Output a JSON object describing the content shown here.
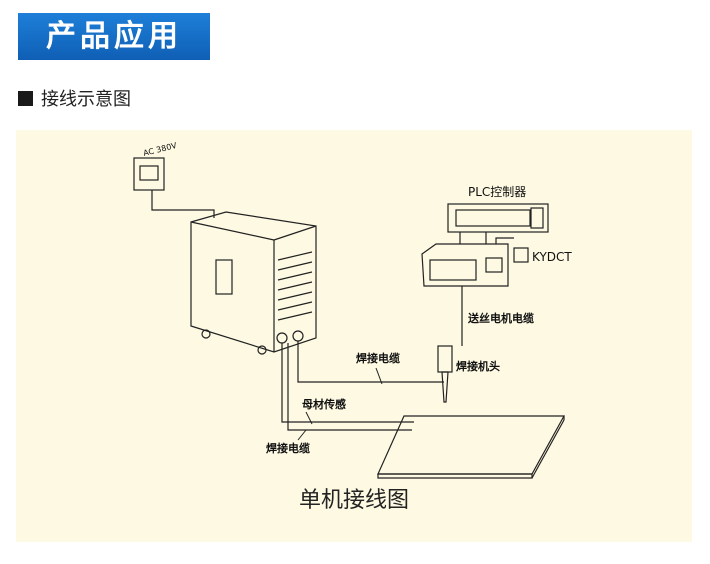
{
  "header": {
    "title": "产品应用",
    "color": "#1a72cc"
  },
  "section": {
    "icon": "square-icon",
    "title": "接线示意图"
  },
  "diagram": {
    "labels": {
      "power_box": "AC 380V",
      "plc": "PLC控制器",
      "kydct": "KYDCT",
      "wire_feed_cable": "送丝电机电缆",
      "weld_cable_1": "焊接电缆",
      "weld_head": "焊接机头",
      "base_material": "母材传感",
      "weld_cable_2": "焊接电缆"
    },
    "caption": "单机接线图",
    "background": "#fdf9e2"
  }
}
